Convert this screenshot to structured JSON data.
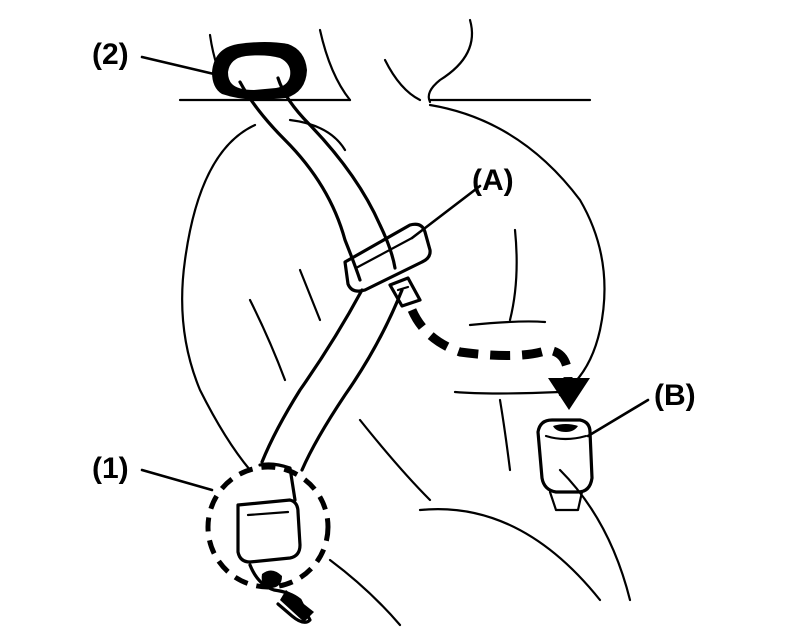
{
  "callouts": {
    "label_2": "(2)",
    "label_A": "(A)",
    "label_B": "(B)",
    "label_1": "(1)"
  },
  "colors": {
    "ink": "#000000",
    "paper": "#ffffff"
  }
}
